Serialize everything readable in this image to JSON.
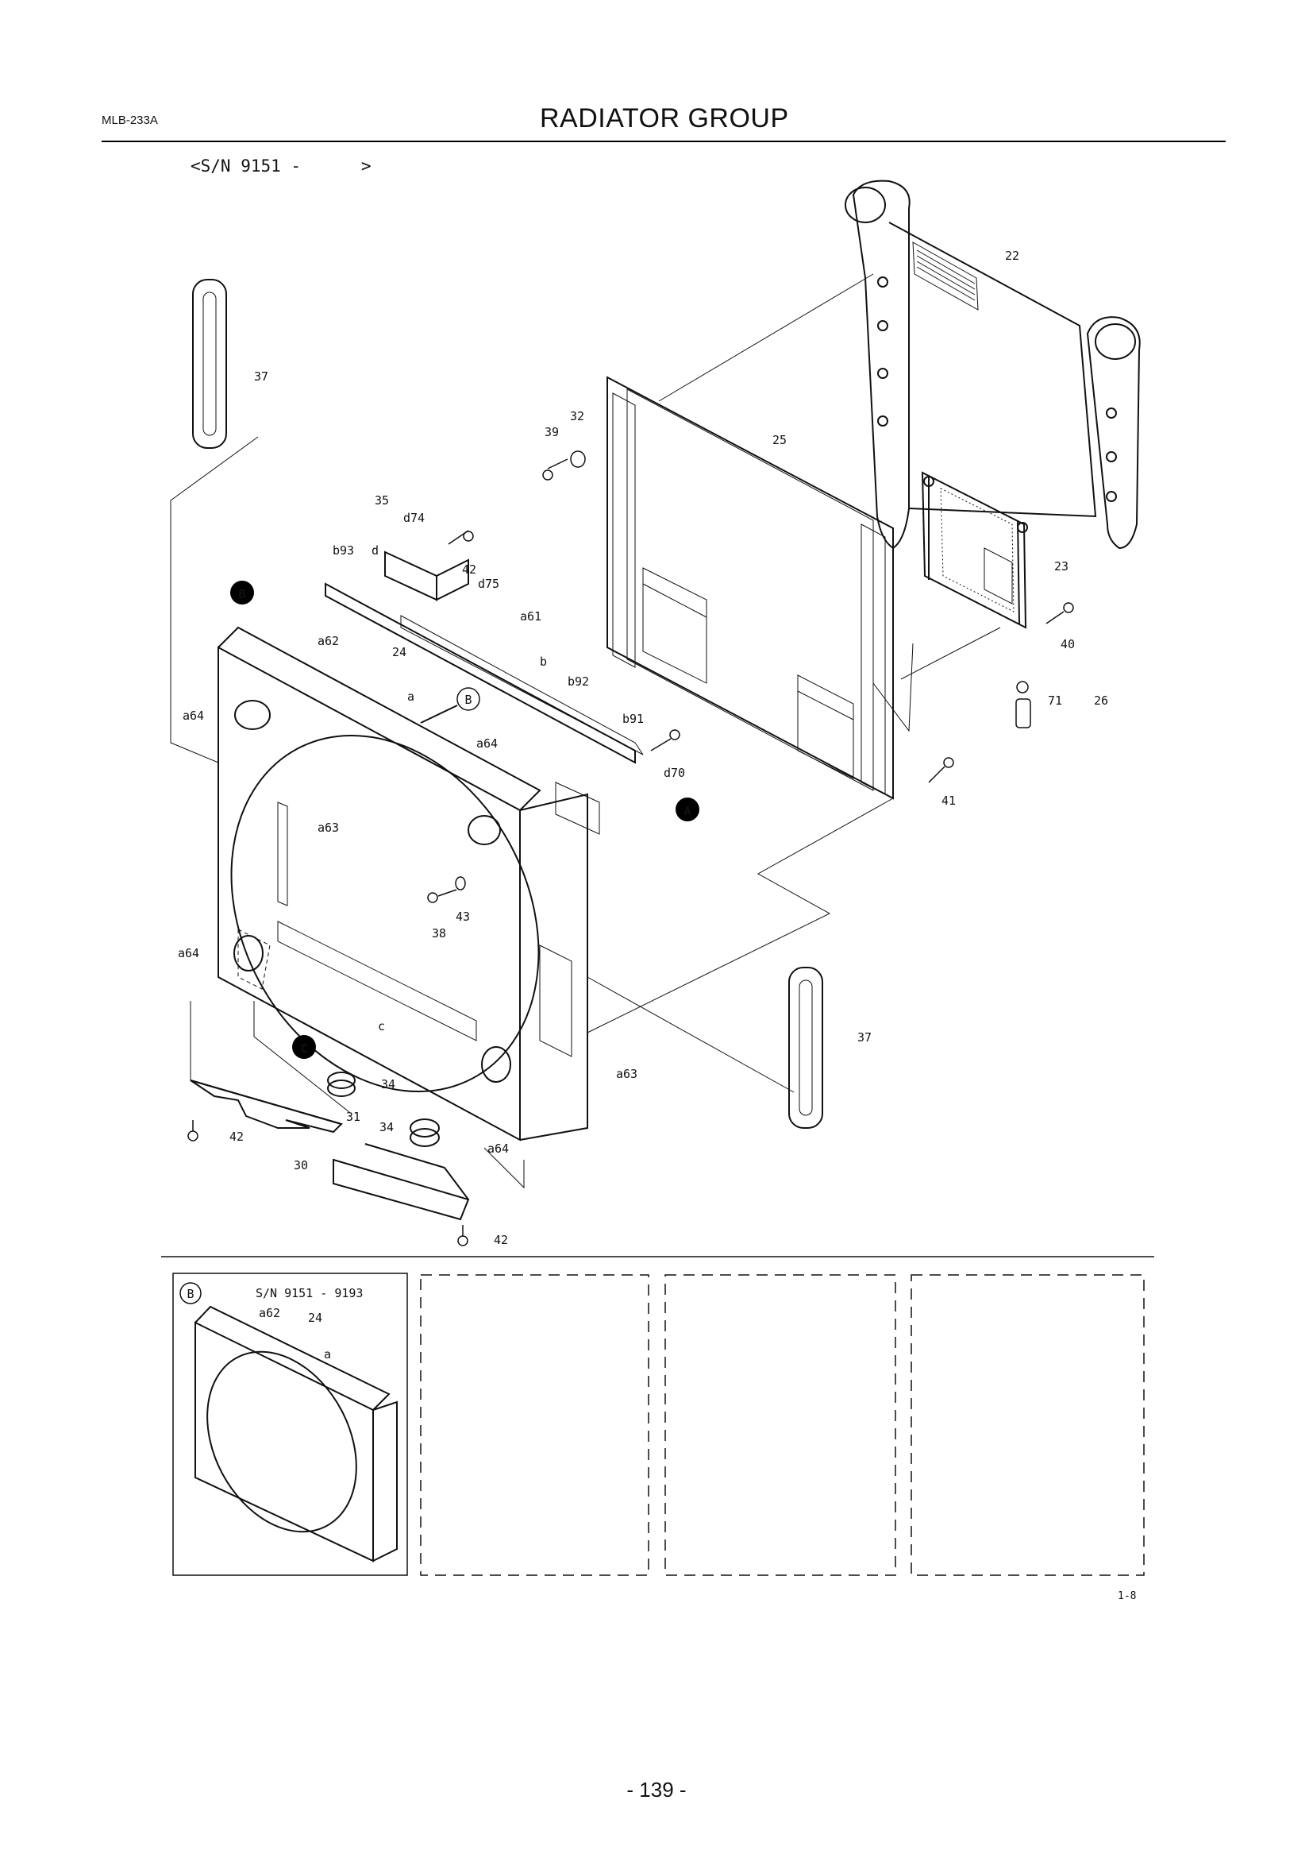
{
  "header": {
    "doc_code": "MLB-233A",
    "title": "RADIATOR GROUP",
    "serial_range": "<S/N 9151 -      >"
  },
  "callouts": {
    "A": "A",
    "B": "B",
    "C": "C"
  },
  "part_labels": {
    "p22": "22",
    "p37a": "37",
    "p37b": "37",
    "p32": "32",
    "p39": "39",
    "p25": "25",
    "p35": "35",
    "d74": "d74",
    "b93": "b93",
    "d": "d",
    "p42a": "42",
    "d75": "d75",
    "p23": "23",
    "a61": "a61",
    "b": "b",
    "a62": "a62",
    "p24": "24",
    "a": "a",
    "b92": "b92",
    "b91": "b91",
    "p40": "40",
    "a64a": "a64",
    "a64b": "a64",
    "d70": "d70",
    "p71": "71",
    "p26": "26",
    "p41": "41",
    "a63a": "a63",
    "p43": "43",
    "p38": "38",
    "a64c": "a64",
    "c": "c",
    "p34a": "34",
    "p31": "31",
    "p42b": "42",
    "p34b": "34",
    "p30": "30",
    "a64d": "a64",
    "a63b": "a63",
    "p42c": "42"
  },
  "detail_b": {
    "callout": "B",
    "serial": "S/N 9151 - 9193",
    "a62": "a62",
    "p24": "24",
    "a": "a"
  },
  "figure_id": "1-8",
  "page_number": "- 139 -"
}
